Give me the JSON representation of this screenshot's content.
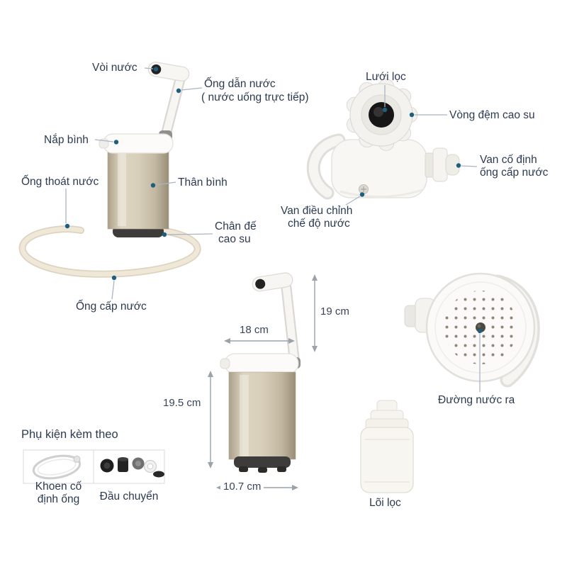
{
  "colors": {
    "label_text": "#2c3a50",
    "leader_line": "#aab5c3",
    "leader_dot": "#1d5f7d",
    "dimension_arrow": "#9aa2ac",
    "steel_body": "#d8cfba",
    "tube_cream": "#efe8d8",
    "background": "#ffffff"
  },
  "main_unit": {
    "labels": {
      "voi_nuoc": "Vòi nước",
      "ong_dan_nuoc_line1": "Ống dẫn nước",
      "ong_dan_nuoc_line2": "( nước uống trực tiếp)",
      "nap_binh": "Nắp bình",
      "ong_thoat_nuoc": "Ống thoát nước",
      "than_binh": "Thân bình",
      "chan_de_line1": "Chân đế",
      "chan_de_line2": "cao su",
      "ong_cap_nuoc": "Ống cấp nước"
    }
  },
  "valve_unit": {
    "labels": {
      "luoi_loc": "Lưới lọc",
      "vong_dem_cao_su": "Vòng đệm cao su",
      "van_co_dinh_line1": "Van cố định",
      "van_co_dinh_line2": "ống cấp nước",
      "van_dieu_chinh_line1": "Van điều chỉnh",
      "van_dieu_chinh_line2": "chế độ nước"
    }
  },
  "dimensions": {
    "spout_height": "19 cm",
    "top_width": "18 cm",
    "body_height": "19.5 cm",
    "base_width": "10.7 cm"
  },
  "outlet_unit": {
    "label": "Đường nước ra"
  },
  "filter_core": {
    "label": "Lõi lọc"
  },
  "accessories": {
    "title": "Phụ kiện kèm theo",
    "item1_line1": "Khoen cố",
    "item1_line2": "định ống",
    "item2": "Đầu chuyển"
  }
}
